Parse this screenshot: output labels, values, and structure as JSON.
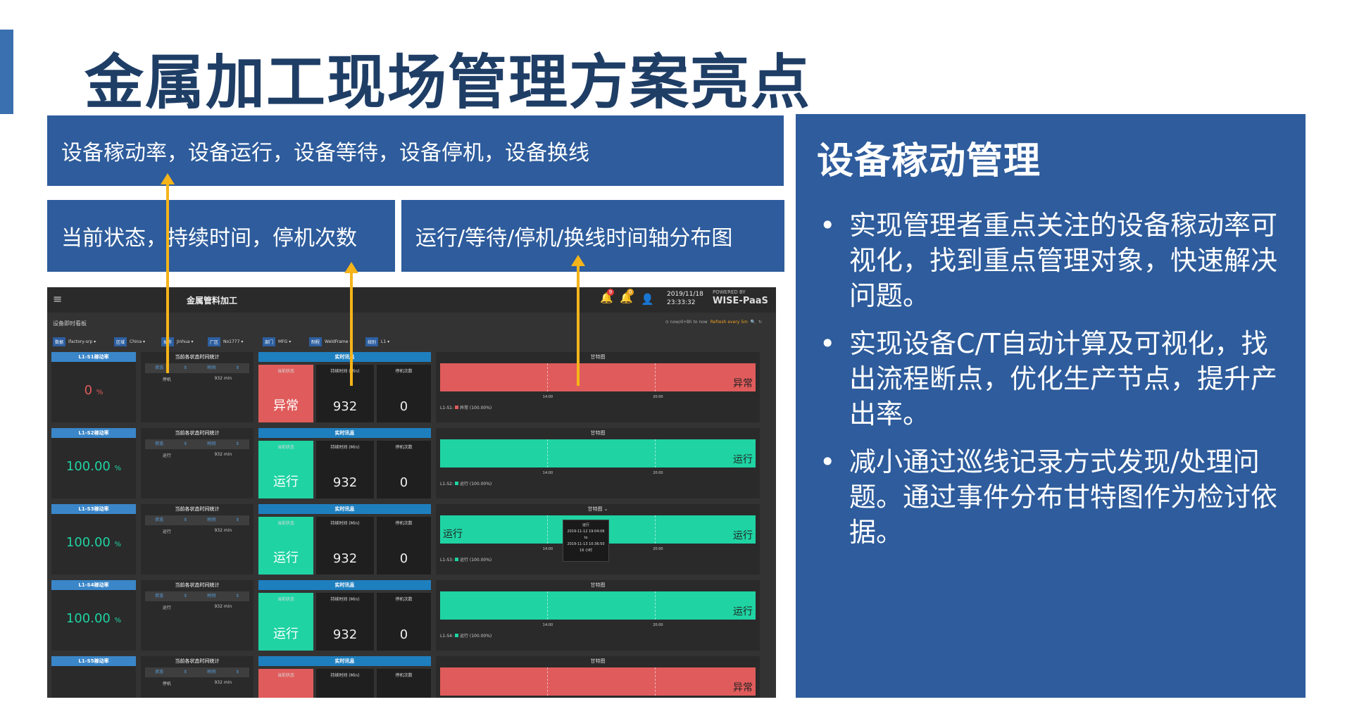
{
  "slide": {
    "title": "金属加工现场管理方案亮点",
    "callouts": [
      "设备稼动率，设备运行，设备等待，设备停机，设备换线",
      "当前状态，持续时间，停机次数",
      "运行/等待/停机/换线时间轴分布图"
    ],
    "panel": {
      "title": "设备稼动管理",
      "bullets": [
        "实现管理者重点关注的设备稼动率可视化，找到重点管理对象，快速解决问题。",
        "实现设备C/T自动计算及可视化，找出流程断点，优化生产节点，提升产出率。",
        "减小通过巡线记录方式发现/处理问题。通过事件分布甘特图作为检讨依据。"
      ]
    }
  },
  "dashboard": {
    "app_title": "金属管料加工",
    "badge1": "9",
    "badge2": "0",
    "date": "2019/11/18",
    "time": "23:33:32",
    "powered_by": "POWERED BY",
    "brand": "WISE-PaaS",
    "sub_title": "设备即时看板",
    "range": "now/d+8h to now",
    "refresh": "Refresh every 5m",
    "filters": [
      {
        "tag": "数据",
        "value": "ifactory-srp ▾"
      },
      {
        "tag": "区域",
        "value": "China ▾"
      },
      {
        "tag": "城市",
        "value": "Jinhua ▾"
      },
      {
        "tag": "厂区",
        "value": "No1777 ▾"
      },
      {
        "tag": "部门",
        "value": "MFG ▾"
      },
      {
        "tag": "制程",
        "value": "WeldFrame ▾"
      },
      {
        "tag": "线别",
        "value": "L1 ▾"
      }
    ],
    "stat_title": "当前各状态时间统计",
    "stat_col1": "状态",
    "stat_col2": "时间",
    "rt_title": "实时讯息",
    "rt_state": "当前状态",
    "rt_dur": "持续时间 (Min)",
    "rt_cnt": "停机次数",
    "gantt_title": "甘特图",
    "gantt_title_row3": "甘特图 ⌄",
    "tick1": "14:00",
    "tick2": "20:00",
    "rows": [
      {
        "rate_title": "L1-S1稼动率",
        "rate": "0",
        "rate_unit": "%",
        "stat_state": "停机",
        "stat_time": "932 min",
        "state": "异常",
        "duration": "932",
        "count": "0",
        "gantt_label": "异常",
        "legend": "L1-S1:",
        "legend_text": "异常 (100.00%)",
        "color": "#e05b5b"
      },
      {
        "rate_title": "L1-S2稼动率",
        "rate": "100.00",
        "rate_unit": "%",
        "stat_state": "运行",
        "stat_time": "932 min",
        "state": "运行",
        "duration": "932",
        "count": "0",
        "gantt_label": "运行",
        "legend": "L1-S2:",
        "legend_text": "运行 (100.00%)",
        "color": "#1fd3a3"
      },
      {
        "rate_title": "L1-S3稼动率",
        "rate": "100.00",
        "rate_unit": "%",
        "stat_state": "运行",
        "stat_time": "932 min",
        "state": "运行",
        "duration": "932",
        "count": "0",
        "gantt_label": "运行",
        "gantt_label_left": "运行",
        "legend": "L1-S3:",
        "legend_text": "运行 (100.00%)",
        "color": "#1fd3a3",
        "tooltip": {
          "state": "运行",
          "from": "2019-11-12 19:04:06",
          "to_word": "to",
          "to": "2019-11-13 10:36:50",
          "dur": "16 小时"
        }
      },
      {
        "rate_title": "L1-S4稼动率",
        "rate": "100.00",
        "rate_unit": "%",
        "stat_state": "运行",
        "stat_time": "932 min",
        "state": "运行",
        "duration": "932",
        "count": "0",
        "gantt_label": "运行",
        "legend": "L1-S4:",
        "legend_text": "运行 (100.00%)",
        "color": "#1fd3a3"
      },
      {
        "rate_title": "L1-S5稼动率",
        "rate": "",
        "rate_unit": "",
        "stat_state": "停机",
        "stat_time": "932 min",
        "state": "",
        "duration": "",
        "count": "",
        "gantt_label": "异常",
        "legend": "",
        "legend_text": "",
        "color": "#e05b5b"
      }
    ]
  }
}
